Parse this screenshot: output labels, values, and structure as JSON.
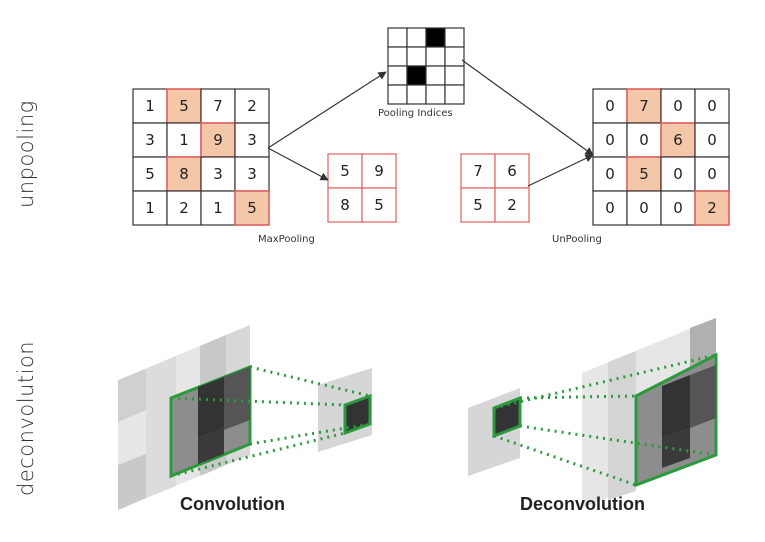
{
  "side_labels": {
    "unpooling": "unpooling",
    "deconvolution": "deconvolution"
  },
  "unpooling": {
    "input_matrix": [
      [
        1,
        5,
        7,
        2
      ],
      [
        3,
        1,
        9,
        3
      ],
      [
        5,
        8,
        3,
        3
      ],
      [
        1,
        2,
        1,
        5
      ]
    ],
    "input_highlights": [
      [
        0,
        1
      ],
      [
        1,
        2
      ],
      [
        2,
        1
      ],
      [
        3,
        3
      ]
    ],
    "pooled_matrix": [
      [
        5,
        9
      ],
      [
        8,
        5
      ]
    ],
    "maxpooling_label": "MaxPooling",
    "pooling_indices_label": "Pooling Indices",
    "pooling_indices": [
      [
        0,
        0,
        1,
        0
      ],
      [
        0,
        0,
        0,
        0
      ],
      [
        0,
        1,
        0,
        0
      ],
      [
        0,
        0,
        0,
        0
      ]
    ],
    "unpool_input_matrix": [
      [
        7,
        6
      ],
      [
        5,
        2
      ]
    ],
    "output_matrix": [
      [
        0,
        7,
        0,
        0
      ],
      [
        0,
        0,
        6,
        0
      ],
      [
        0,
        5,
        0,
        0
      ],
      [
        0,
        0,
        0,
        2
      ]
    ],
    "output_highlights": [
      [
        0,
        1
      ],
      [
        1,
        2
      ],
      [
        2,
        1
      ],
      [
        3,
        3
      ]
    ],
    "unpooling_label": "UnPooling",
    "colors": {
      "highlight_fill": "#f4c7a8",
      "highlight_border": "#e06060",
      "grid_border": "#333333"
    }
  },
  "deconvolution": {
    "convolution_label": "Convolution",
    "deconvolution_label": "Deconvolution",
    "colors": {
      "green": "#2a9a3c",
      "dark_cell": "#333333"
    }
  }
}
